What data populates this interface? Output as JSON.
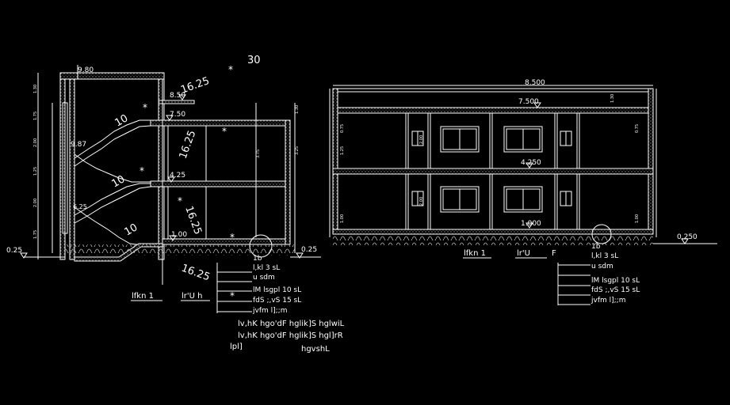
{
  "colors": {
    "background": "#000000",
    "lines": "#ffffff",
    "accent": "#ff5555",
    "hatch": "#bbbbbb"
  },
  "section_left": {
    "dim_top": "9.80",
    "dim_roof": "8.50",
    "dim_floor1": "7.50",
    "dim_floor_mid": "4.25",
    "dim_ground": "1.00",
    "dim_left_grade": "0.25",
    "dim_right_grade": "0.25",
    "stair_level": "9.87",
    "level_a": "6.25",
    "slope_a": "16.25",
    "slope_b": "16.25",
    "slope_c": "16.25",
    "slope_d": "16.25",
    "stair_text_1": "10",
    "stair_text_2": "10",
    "stair_text_3": "10",
    "star_30": "30",
    "vert_dims": [
      "1.30",
      "1.75",
      "2.00",
      "1.25",
      "2.00",
      "1.75",
      "3.75",
      "3.25",
      "1.30"
    ],
    "title": "lfkn 1",
    "title_b": "lr'U h"
  },
  "section_right": {
    "dim_top": "8.500",
    "dim_roof": "7.500",
    "dim_mid": "4.250",
    "dim_ground": "1.000",
    "dim_grade": "0.250",
    "vert_dims": [
      "1.30",
      "0.75",
      "1.25",
      "1.00",
      "2.00",
      "1.00"
    ],
    "title": "lfkn 1",
    "title_b": "lr'U",
    "title_c": "F"
  },
  "legend_left": [
    "l,kl 3 sL",
    "u sdm",
    "lM lsgpl 10 sL",
    "fdS ;,vS 15 sL",
    "jvfm l];;m"
  ],
  "legend_left_num": "1b",
  "legend_right": [
    "l,kl 3 sL",
    "u sdm",
    "lM lsgpl 10 sL",
    "fdS ;,vS 15 sL",
    "jvfm l];;m"
  ],
  "legend_right_num": "1b",
  "notes": [
    "lv,hK hgo'dF hglik]S hglwiL",
    "lv,hK hgo'dF hglik]S hgl]rR",
    "lpl]",
    "hgvshL"
  ]
}
